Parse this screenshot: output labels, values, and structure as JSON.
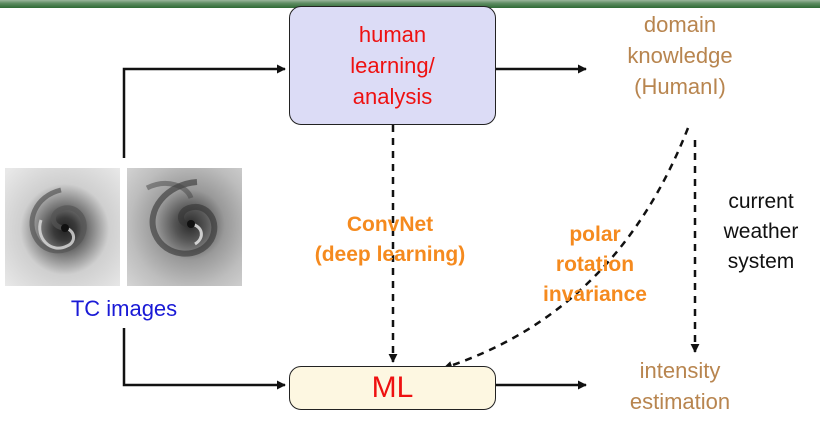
{
  "colors": {
    "human_box_fill": "#dcdcf6",
    "ml_box_fill": "#fdf7e1",
    "box_text": "#ee1111",
    "domain_text": "#b8854f",
    "method_text": "#f58a1e",
    "tc_label": "#1a1ad6",
    "header_bar": "#2f6a36"
  },
  "nodes": {
    "human_learning": {
      "lines": [
        "human",
        "learning/",
        "analysis"
      ]
    },
    "ml": {
      "label": "ML"
    },
    "domain_knowledge": {
      "lines": [
        "domain",
        "knowledge",
        "(HumanI)"
      ]
    },
    "intensity_estimation": {
      "lines": [
        "intensity",
        "estimation"
      ]
    },
    "tc_images": {
      "label": "TC images"
    }
  },
  "edge_labels": {
    "convnet": [
      "ConvNet",
      "(deep learning)"
    ],
    "polar": [
      "polar",
      "rotation",
      "invariance"
    ],
    "current_weather": [
      "current",
      "weather",
      "system"
    ]
  },
  "icons": {
    "tc_image_1": "cyclone-satellite-image",
    "tc_image_2": "cyclone-satellite-image"
  }
}
